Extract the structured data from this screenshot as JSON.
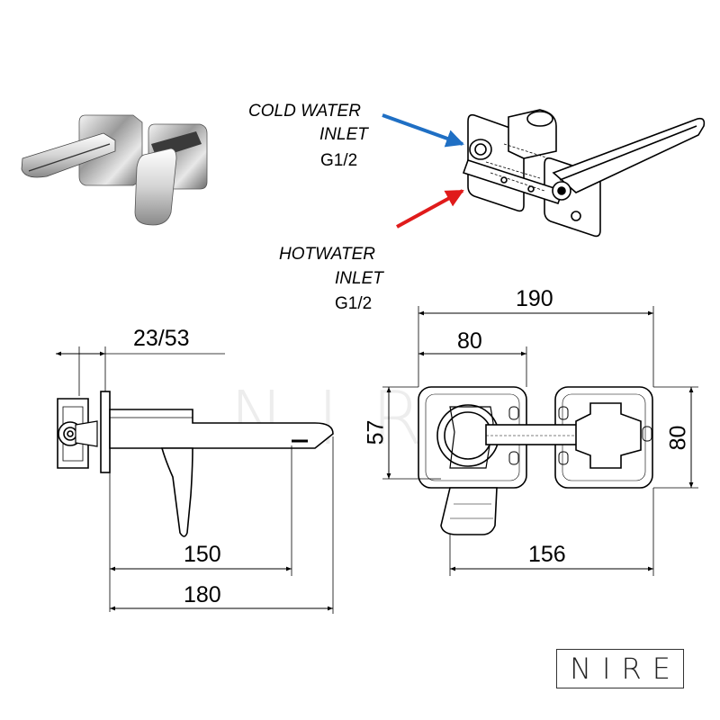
{
  "labels": {
    "cold_inlet": {
      "line1": "COLD WATER",
      "line2": "INLET",
      "thread": "G1/2"
    },
    "hot_inlet": {
      "line1": "HOTWATER",
      "line2": "INLET",
      "thread": "G1/2"
    }
  },
  "dimensions": {
    "offset": "23/53",
    "spout_projection": "150",
    "total_projection": "180",
    "total_width": "190",
    "plate_width": "80",
    "spout_height": "57",
    "plate_height": "80",
    "spout_span": "156"
  },
  "brand": {
    "logo_text": "NIRE",
    "watermark_text": "NIRE"
  },
  "colors": {
    "cold_arrow": "#1f6fc4",
    "hot_arrow": "#e01b1b",
    "line": "#000000"
  }
}
